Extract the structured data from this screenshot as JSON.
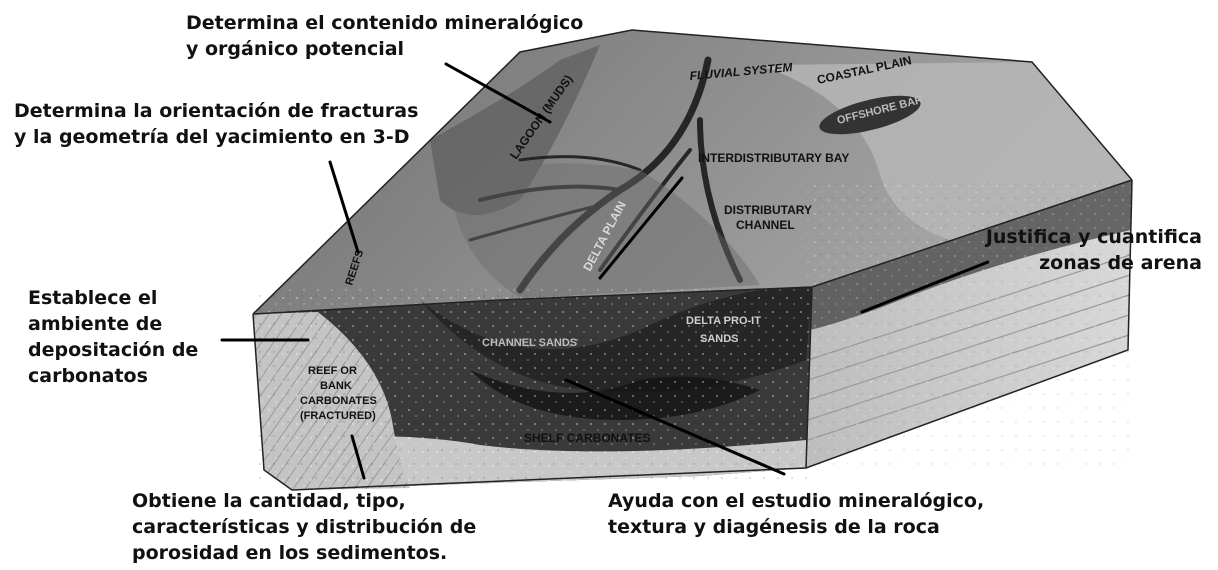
{
  "annotations": {
    "mineral_content": [
      "Determina el contenido mineralógico",
      "y orgánico potencial"
    ],
    "fracture_orientation": [
      "Determina la orientación de fracturas",
      "y la geometría del yacimiento en 3-D"
    ],
    "carbonate_environment": [
      "Establece el",
      "ambiente de",
      "depositación de",
      "carbonatos"
    ],
    "sand_zones": [
      "Justifica y cuantifica",
      "zonas de arena"
    ],
    "porosity": [
      "Obtiene la cantidad, tipo,",
      "características y distribución de",
      "porosidad en los sedimentos."
    ],
    "mineral_study": [
      "Ayuda con el estudio mineralógico,",
      "textura y diagénesis de la roca"
    ]
  },
  "block_labels": {
    "lagoon": "LAGOON (MUDS)",
    "fluvial": "FLUVIAL SYSTEM",
    "coastal_plain": "COASTAL PLAIN",
    "offshore_bar": "OFFSHORE BAR",
    "interdistributary_bay": "INTERDISTRIBUTARY BAY",
    "distributary": "DISTRIBUTARY",
    "channel": "CHANNEL",
    "delta_plain": "DELTA PLAIN",
    "reefs": "REEFS",
    "channel_sands": "CHANNEL SANDS",
    "delta_front": "DELTA PRO-IT",
    "sands": "SANDS",
    "reef_bank": [
      "REEF OR",
      "BANK",
      "CARBONATES",
      "(FRACTURED)"
    ],
    "shelf_carbonates": "SHELF CARBONATES"
  },
  "colors": {
    "text": "#111111",
    "top_surface": "#8a8a8a",
    "deep_rock": "#2e2e2e",
    "carbonate": "#c8c8c8"
  }
}
